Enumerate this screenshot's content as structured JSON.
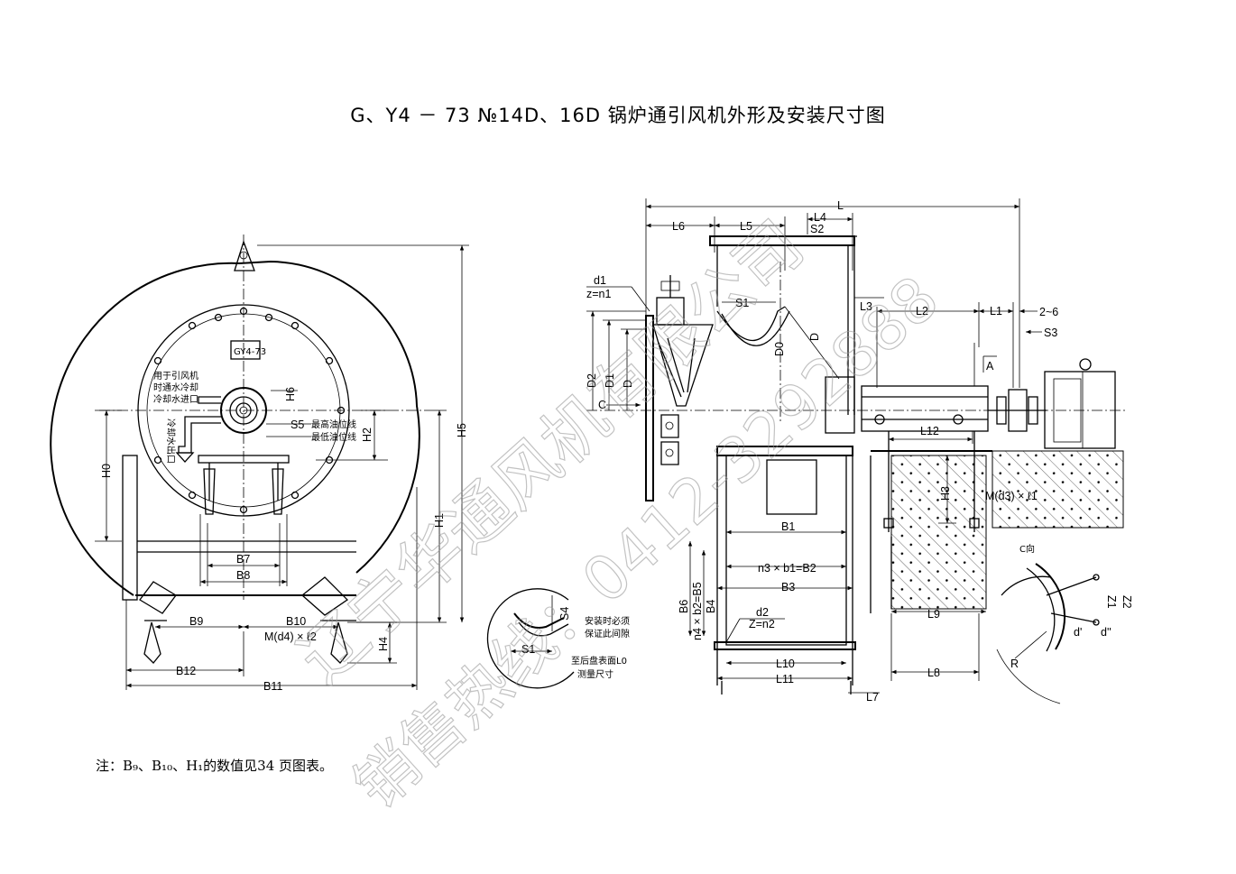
{
  "title": "G、Y4 － 73 №14D、16D 锅炉通引风机外形及安装尺寸图",
  "note": "注：B₉、B₁₀、H₁的数值见34 页图表。",
  "watermark": {
    "line1": "辽宁华通风机有限公司",
    "line2": "销售热线：0412-3292888"
  },
  "left_view": {
    "plate": "GY4-73",
    "cooling_text": [
      "用于引风机",
      "时通水冷却",
      "冷却水进口"
    ],
    "outlet_text": "冷却水出口",
    "oil_max": "最高油位线",
    "oil_min": "最低油位线",
    "dims": {
      "H6": "H6",
      "S5": "S5",
      "H2": "H2",
      "H0": "H0",
      "H1": "H1",
      "H5": "H5",
      "B7": "B7",
      "B8": "B8",
      "B9": "B9",
      "B10": "B10",
      "Md4": "M(d4) × ℓ2",
      "H4": "H4",
      "B12": "B12",
      "B11": "B11"
    }
  },
  "detail": {
    "S4": "S4",
    "S1": "S1",
    "clearance": [
      "安装时必须",
      "保证此间隙"
    ],
    "measure": [
      "至后盘表面L0",
      "测量尺寸"
    ]
  },
  "right_view": {
    "dims": {
      "L": "L",
      "L6": "L6",
      "L5": "L5",
      "L4": "L4",
      "S2": "S2",
      "L3": "L3",
      "L2": "L2",
      "L1": "L1",
      "gap": "2~6",
      "S3": "S3",
      "A": "A",
      "d1": "d1",
      "zn1": "z=n1",
      "S1": "S1",
      "D0": "D0",
      "D": "D",
      "C": "C",
      "D2": "D2",
      "D1": "D1",
      "Dbig": "D",
      "L12": "L12",
      "H3": "H3",
      "Md3": "M(d3) × ℓ1",
      "B1": "B1",
      "n3b1": "n3 × b1=B2",
      "B3": "B3",
      "B6": "B6",
      "n4b2": "n4 × b2=B5",
      "B4": "B4",
      "d2": "d2",
      "Zn2": "Z=n2",
      "L10": "L10",
      "L11": "L11",
      "L7": "L7",
      "L9": "L9",
      "L8": "L8"
    }
  },
  "c_view": {
    "label": "C向",
    "R": "R",
    "d1": "d'",
    "d2": "d''",
    "z1": "Z1",
    "z2": "Z2"
  }
}
